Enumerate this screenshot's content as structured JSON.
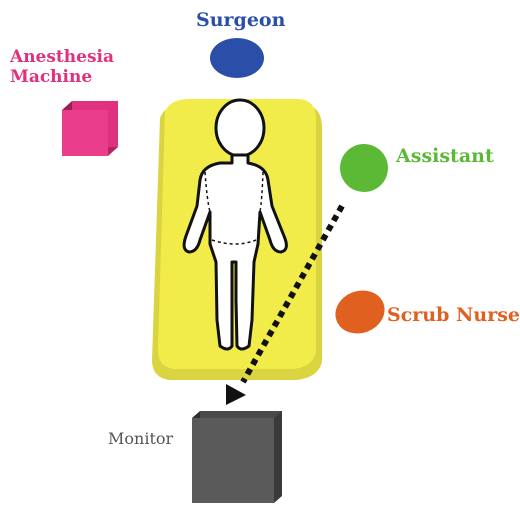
{
  "labels": {
    "surgeon": "Surgeon",
    "anesthesia_line1": "Anesthesia",
    "anesthesia_line2": "Machine",
    "assistant": "Assistant",
    "scrub_nurse": "Scrub Nurse",
    "monitor": "Monitor"
  },
  "colors": {
    "surgeon": "#2b4fa8",
    "anesthesia": "#e0317f",
    "assistant": "#5cb935",
    "scrub_nurse": "#e0611f",
    "monitor": "#555555",
    "table": "#f2ec4a",
    "sight_line": "#111111"
  },
  "icons": {
    "patient": "child-figure-icon",
    "view_direction": "arrow-right-icon"
  }
}
